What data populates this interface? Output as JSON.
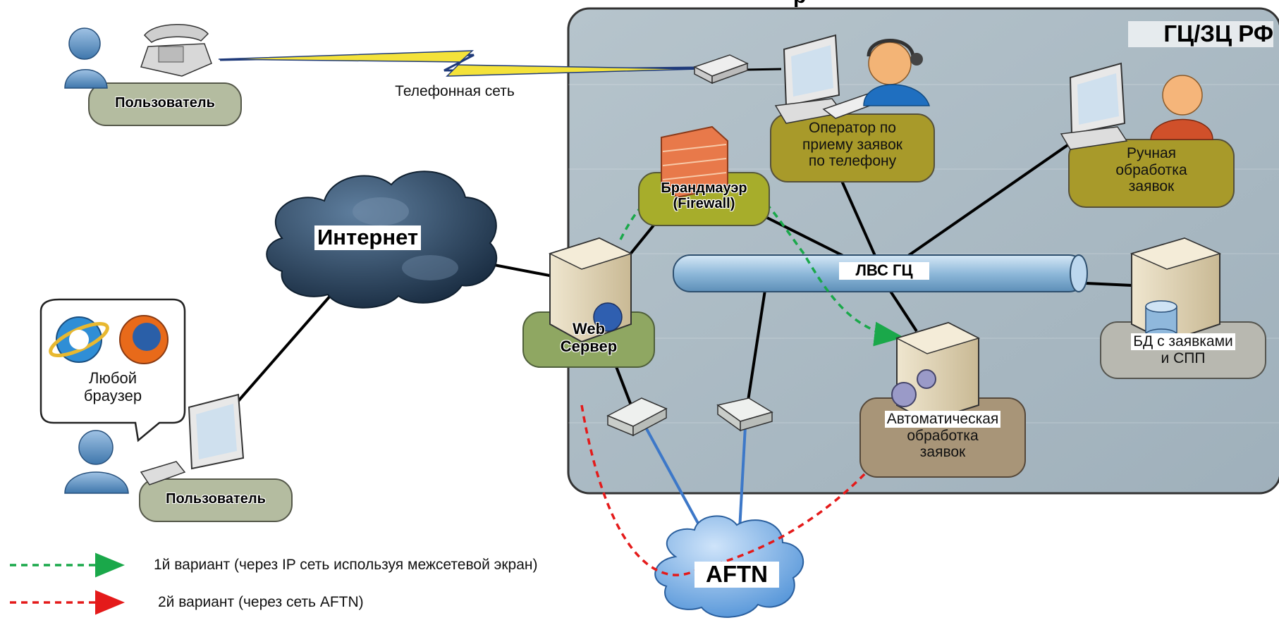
{
  "zone_title": "ГЦ/ЗЦ РФ",
  "top_title_fragment": "р",
  "nodes": {
    "user_phone": "Пользователь",
    "phone_network": "Телефонная сеть",
    "operator": [
      "Оператор по",
      "приему заявок",
      "по телефону"
    ],
    "manual": [
      "Ручная",
      "обработка",
      "заявок"
    ],
    "firewall": [
      "Брандмауэр",
      "(Firewall)"
    ],
    "internet": "Интернет",
    "lan": "ЛВС ГЦ",
    "web_server": [
      "Web",
      "Сервер"
    ],
    "database": [
      "БД с заявками",
      "и СПП"
    ],
    "browser": [
      "Любой",
      "браузер"
    ],
    "auto": [
      "Автоматическая",
      "обработка",
      "заявок"
    ],
    "user_browser": "Пользователь",
    "aftn": "AFTN"
  },
  "legend": [
    {
      "text": "1й вариант (через IP сеть используя межсетевой экран)",
      "color": "#1aa84a"
    },
    {
      "text": "2й вариант (через сеть AFTN)",
      "color": "#e41a1a"
    }
  ],
  "colors": {
    "zone_bg": "#a9b8c2",
    "olive": "#a89a2a",
    "yellow_green": "#a7ad2b",
    "green": "#8fa762",
    "grey_green": "#b4bca0",
    "tan": "#a89578",
    "grey": "#b8b8b0",
    "lan_blue": "#8fb8d8",
    "cloud_dark": "#2c4a68",
    "cloud_light": "#5f9ed8",
    "link_blue": "#3d78c8"
  },
  "icons": [
    "telephone-icon",
    "user-icon",
    "operator-icon",
    "computer-icon",
    "server-icon",
    "firewall-icon",
    "router-icon",
    "modem-icon",
    "gears-icon",
    "database-icon",
    "ie-browser-icon",
    "firefox-icon",
    "cloud-icon"
  ]
}
